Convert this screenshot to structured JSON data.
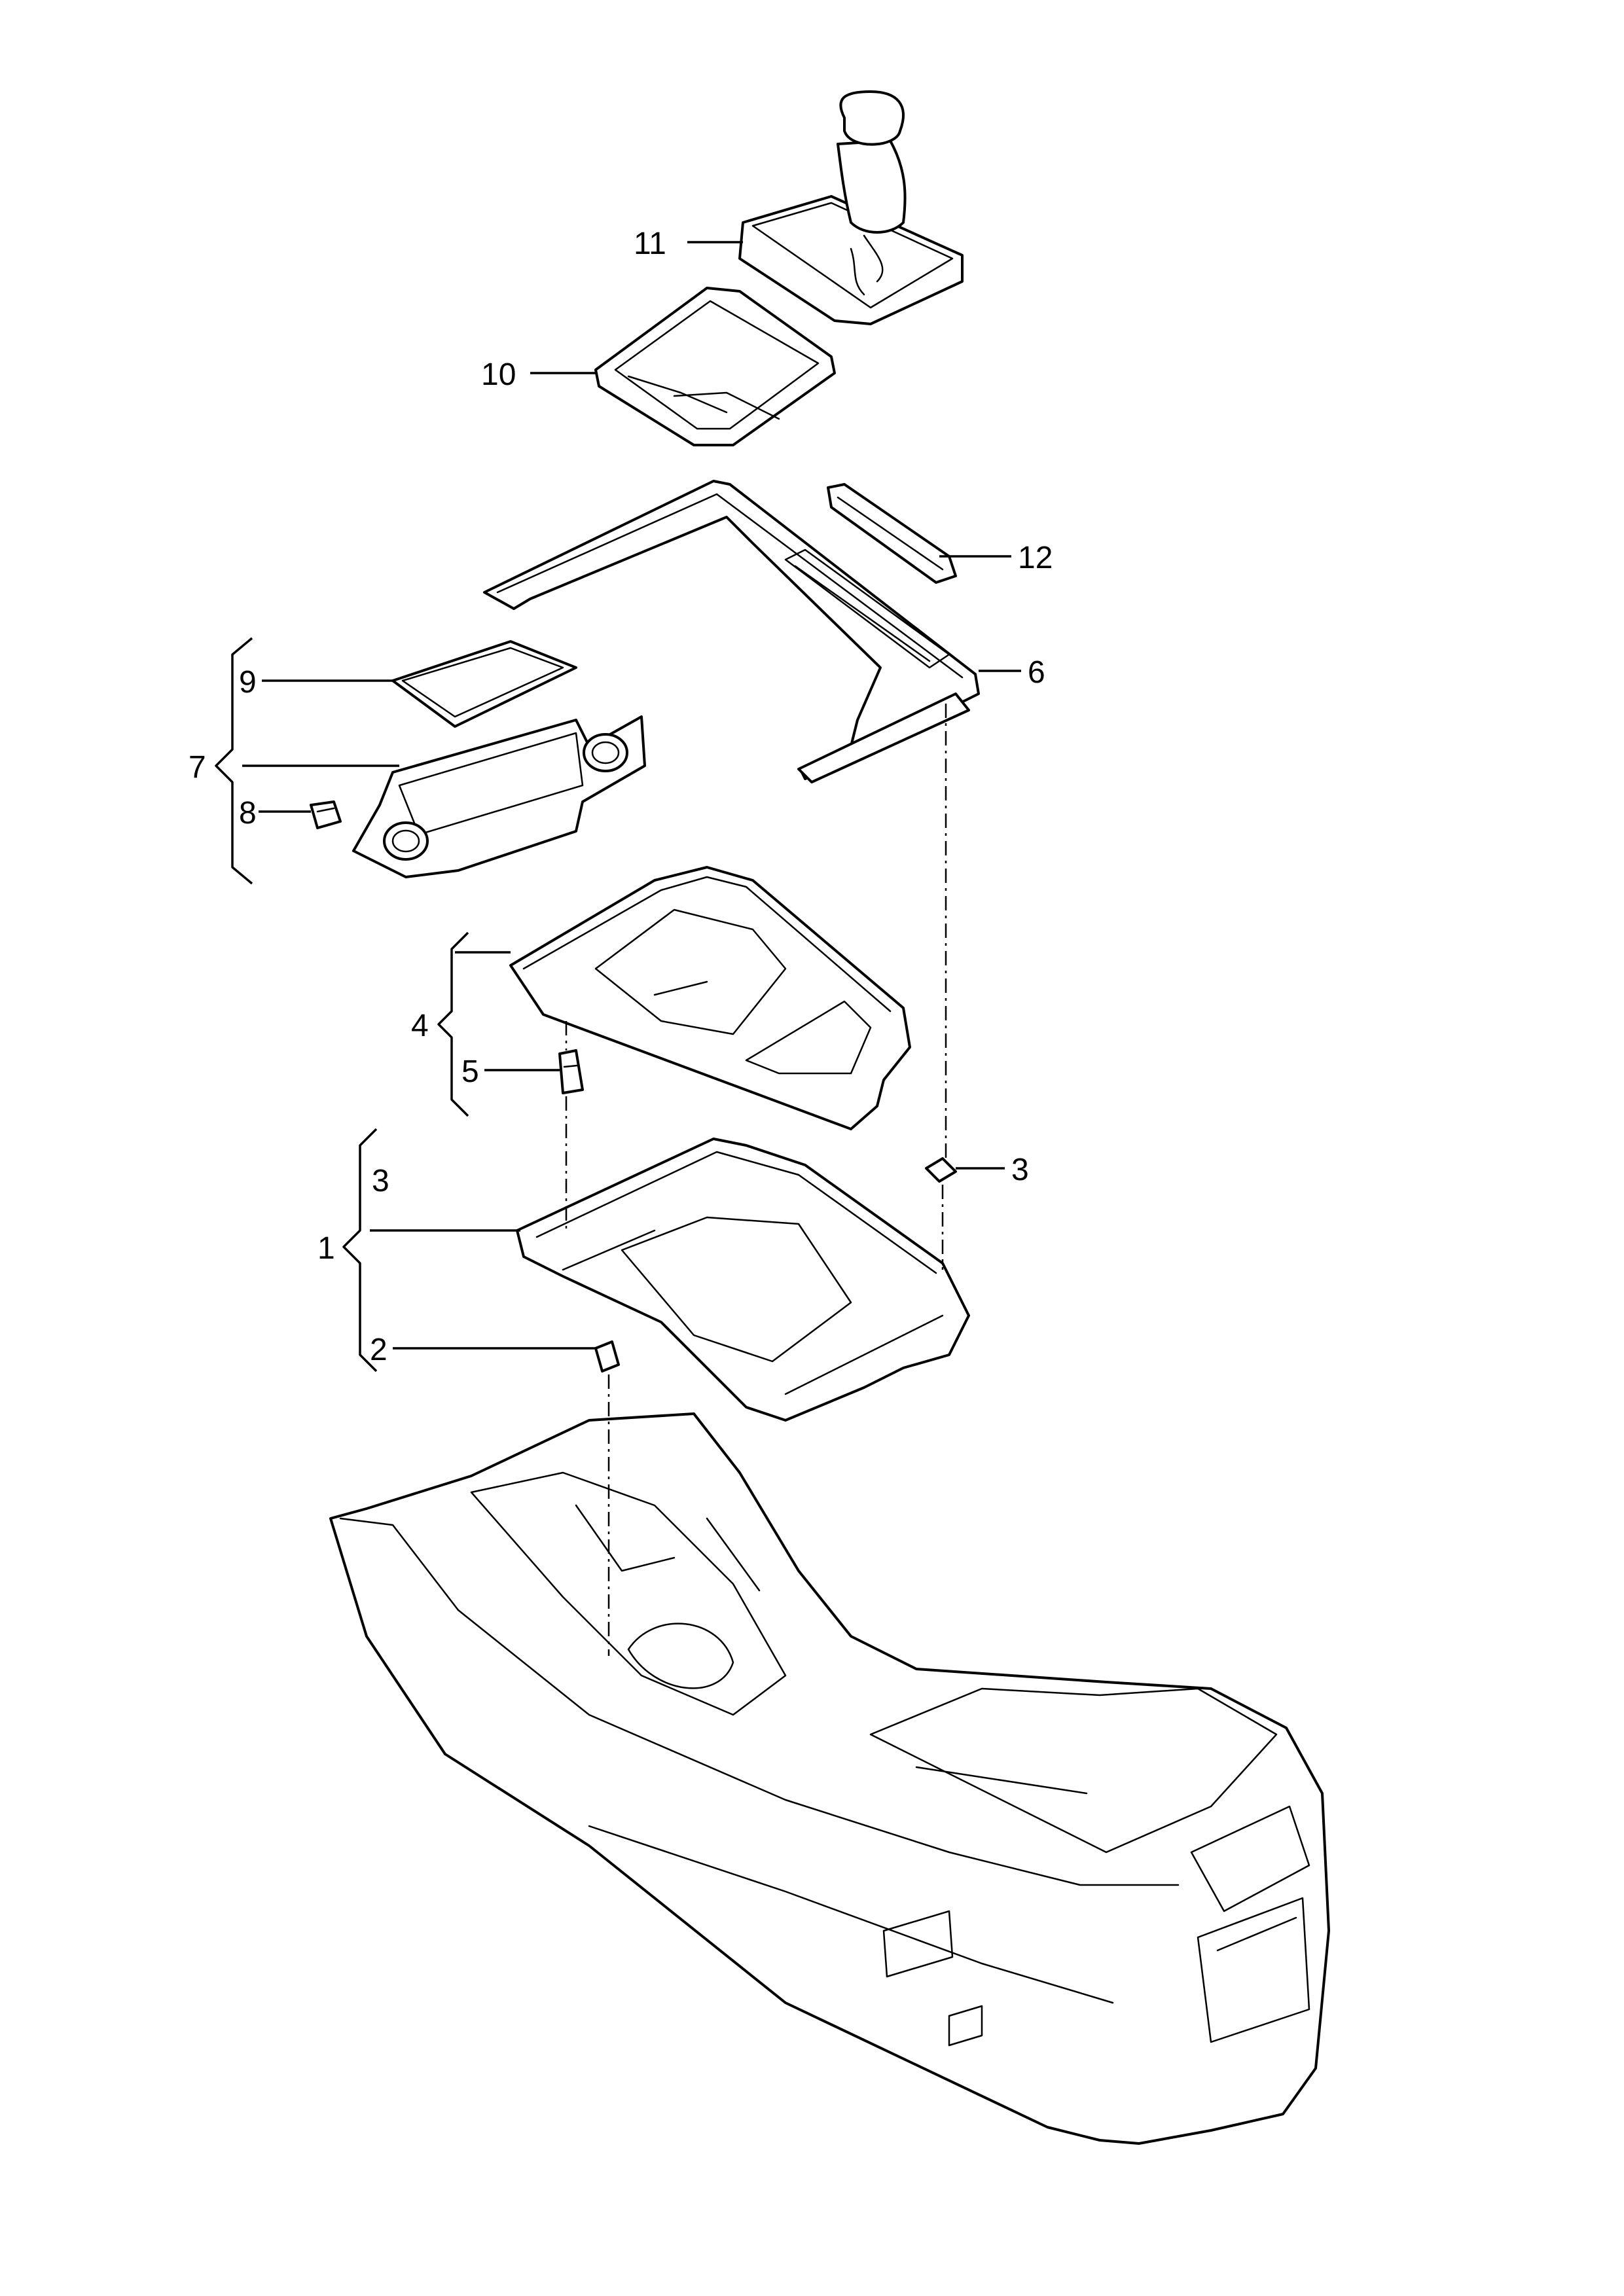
{
  "callouts": {
    "c1": "1",
    "c2": "2",
    "c3_top": "3",
    "c3_right": "3",
    "c4": "4",
    "c5": "5",
    "c6": "6",
    "c7": "7",
    "c8": "8",
    "c9": "9",
    "c10": "10",
    "c11": "11",
    "c12": "12"
  },
  "colors": {
    "line": "#000000",
    "background": "#ffffff"
  }
}
